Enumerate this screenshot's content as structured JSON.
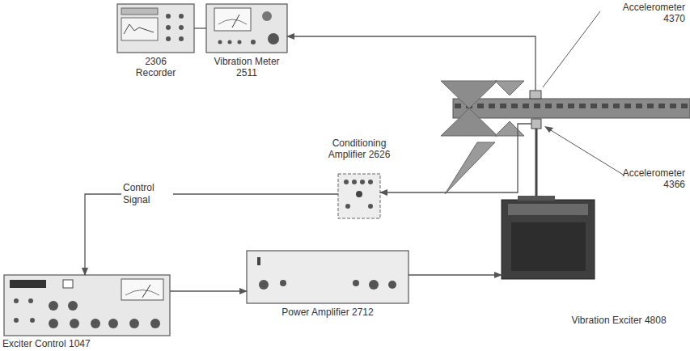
{
  "diagram": {
    "nodes": [
      {
        "text": [
          "2306 Recorder"
        ]
      },
      {
        "text": [
          "Vibration Meter 2511"
        ]
      },
      {
        "text": [
          "Conditioning Amplifier 2626"
        ]
      },
      {
        "text": [
          "Exciter Control 1047"
        ]
      },
      {
        "text": [
          "Power Amplifier 2712"
        ]
      },
      {
        "text": [
          "Vibration Exciter 4808"
        ]
      },
      {
        "text": [
          "Accelerometer 4370"
        ]
      },
      {
        "text": [
          "Accelerometer 4366"
        ]
      }
    ],
    "edges": [
      {
        "from": 0,
        "to": 1,
        "arrow": "none"
      },
      {
        "from": 6,
        "to": 1,
        "arrow": "to"
      },
      {
        "from": 7,
        "to": 2,
        "arrow": "to"
      },
      {
        "from": 2,
        "to": 3,
        "label": "Control Signal",
        "arrow": "to"
      },
      {
        "from": 3,
        "to": 4,
        "arrow": "to"
      },
      {
        "from": 4,
        "to": 5,
        "arrow": "to"
      }
    ]
  }
}
